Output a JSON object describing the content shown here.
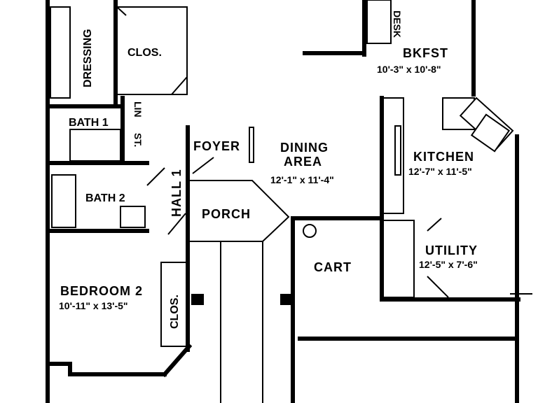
{
  "rooms": {
    "dressing": "DRESSING",
    "clos_top": "CLOS.",
    "bkfst": "BKFST",
    "bkfst_dim": "10'-3\" x 10'-8\"",
    "desk": "DESK",
    "bath1": "BATH 1",
    "lin": "LIN",
    "st": "ST.",
    "foyer": "FOYER",
    "dining_1": "DINING",
    "dining_2": "AREA",
    "dining_dim": "12'-1\" x 11'-4\"",
    "kitchen": "KITCHEN",
    "kitchen_dim": "12'-7\" x 11'-5\"",
    "bath2": "BATH 2",
    "hall": "HALL 1",
    "porch": "PORCH",
    "utility": "UTILITY",
    "utility_dim": "12'-5\" x 7'-6\"",
    "cart": "CART",
    "bedroom2": "BEDROOM 2",
    "bedroom2_dim": "10'-11\" x 13'-5\"",
    "clos_bed": "CLOS."
  }
}
